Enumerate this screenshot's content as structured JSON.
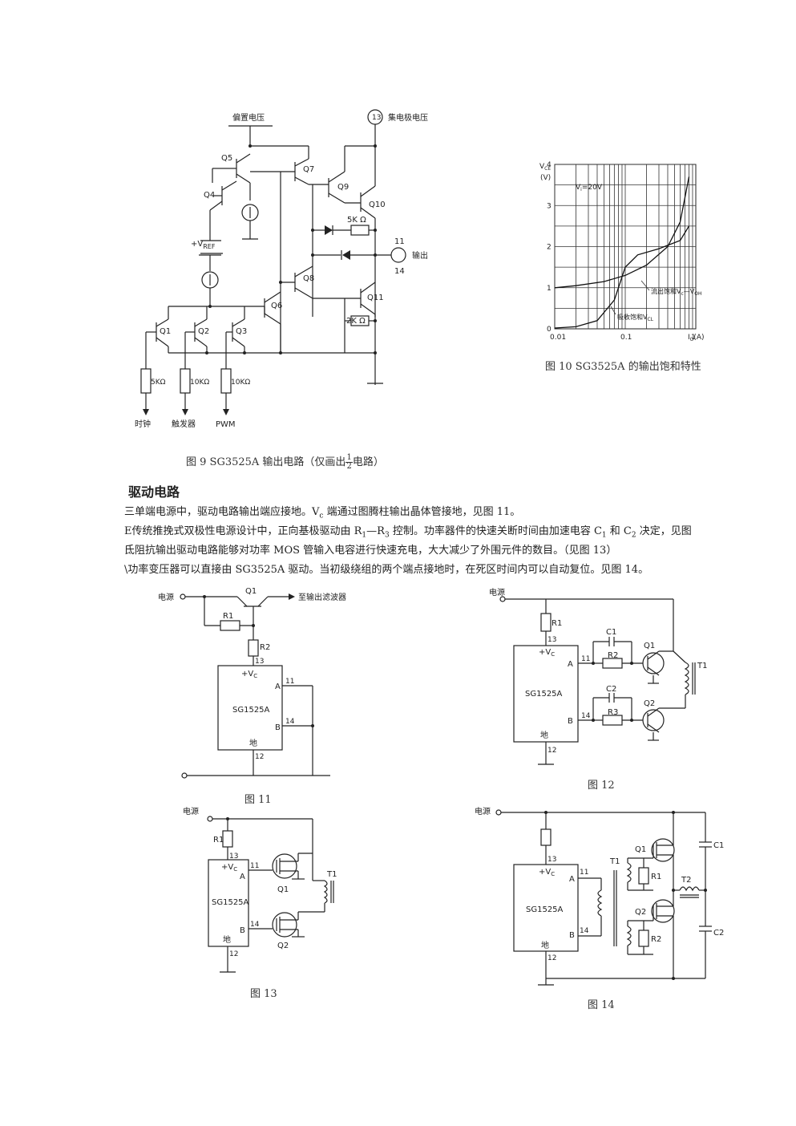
{
  "figure9": {
    "labels": {
      "bias_voltage": "偏置电压",
      "pin13": "13",
      "collector_voltage": "集电极电压",
      "q5": "Q5",
      "q4": "Q4",
      "q7": "Q7",
      "q9": "Q9",
      "q10": "Q10",
      "r_5k": "5K Ω",
      "vref": "+V",
      "vref_sub": "REF",
      "pin11": "11",
      "pin14": "14",
      "output": "输出",
      "q8": "Q8",
      "q6": "Q6",
      "q11": "Q11",
      "r_2k": "2K Ω",
      "q1": "Q1",
      "q2": "Q2",
      "q3": "Q3",
      "r1": "5KΩ",
      "r2": "10KΩ",
      "r3": "10KΩ",
      "clock": "时钟",
      "trigger": "触发器",
      "pwm": "PWM"
    },
    "caption_prefix": "图 9   SG3525A 输出电路（仅画出",
    "caption_frac_num": "1",
    "caption_frac_den": "2",
    "caption_suffix": "电路）"
  },
  "figure10": {
    "caption": "图 10   SG3525A 的输出饱和特性",
    "y_axis_label": "V",
    "y_axis_sub": "CE",
    "y_unit": "(V)",
    "x_axis_label": "I",
    "x_axis_sub": "O",
    "x_unit": "(A)",
    "annotation_vi": "V",
    "annotation_vi_sub": "i",
    "annotation_vi_val": "=20V",
    "curve_source_label": "流出饱和V",
    "curve_source_sub1": "c",
    "curve_source_mid": "—V",
    "curve_source_sub2": "OH",
    "curve_sink_label": "吸收饱和V",
    "curve_sink_sub": "CL",
    "y_ticks": [
      "0",
      "1",
      "2",
      "3",
      "4"
    ],
    "x_ticks": [
      "0.01",
      "0.1",
      "1"
    ]
  },
  "chart_data": {
    "type": "line",
    "title": "",
    "xlabel": "IO(A)",
    "ylabel": "VCE (V)",
    "xscale": "log",
    "xlim": [
      0.01,
      1
    ],
    "ylim": [
      0,
      4
    ],
    "series": [
      {
        "name": "流出饱和Vc—VOH",
        "x": [
          0.01,
          0.02,
          0.05,
          0.1,
          0.2,
          0.4,
          0.6,
          0.8
        ],
        "y": [
          1.0,
          1.05,
          1.15,
          1.3,
          1.55,
          2.0,
          2.6,
          3.7
        ]
      },
      {
        "name": "吸收饱和VCL",
        "x": [
          0.01,
          0.02,
          0.04,
          0.07,
          0.1,
          0.15,
          0.3,
          0.6,
          0.8
        ],
        "y": [
          0.02,
          0.05,
          0.2,
          0.7,
          1.5,
          1.8,
          1.95,
          2.15,
          2.5
        ]
      }
    ]
  },
  "section": {
    "heading": "驱动电路",
    "line1": "三单端电源中，驱动电路输出端应接地。V",
    "line1_sub": "c",
    "line1_rest": " 端通过图腾柱输出晶体管接地，见图 11。",
    "line2_a": "E传统推挽式双极性电源设计中，正向基极驱动由 R",
    "line2_sub1": "1",
    "line2_b": "—R",
    "line2_sub2": "3",
    "line2_c": " 控制。功率器件的快速关断时间由加速电容 C",
    "line2_sub3": "1",
    "line2_d": " 和 C",
    "line2_sub4": "2",
    "line2_e": " 决定，见图",
    "line3": "氐阻抗输出驱动电路能够对功率 MOS 管输入电容进行快速充电，大大减少了外围元件的数目。（见图 13）",
    "line4": "\\功率变压器可以直接由 SG3525A 驱动。当初级绕组的两个端点接地时，在死区时间内可以自动复位。见图 14。"
  },
  "figure11": {
    "caption": "图 11",
    "power": "电源",
    "q1": "Q1",
    "to_filter": "至输出滤波器",
    "r1": "R1",
    "r2": "R2",
    "pin13": "13",
    "vc": "+V",
    "vc_sub": "C",
    "a": "A",
    "b": "B",
    "pin11": "11",
    "pin14": "14",
    "chip": "SG1525A",
    "ground": "地",
    "pin12": "12"
  },
  "figure12": {
    "caption": "图 12",
    "power": "电源",
    "r1": "R1",
    "pin13": "13",
    "vc": "+V",
    "vc_sub": "C",
    "c1": "C1",
    "r2": "R2",
    "q1": "Q1",
    "t1": "T1",
    "a": "A",
    "pin11": "11",
    "chip": "SG1525A",
    "c2": "C2",
    "r3": "R3",
    "q2": "Q2",
    "pin14": "14",
    "b": "B",
    "ground": "地",
    "pin12": "12"
  },
  "figure13": {
    "caption": "图 13",
    "power": "电源",
    "r1": "R1",
    "pin13": "13",
    "vc": "+V",
    "vc_sub": "C",
    "a": "A",
    "pin11": "11",
    "q1": "Q1",
    "t1": "T1",
    "chip": "SG1525A",
    "b": "B",
    "pin14": "14",
    "q2": "Q2",
    "ground": "地",
    "pin12": "12"
  },
  "figure14": {
    "caption": "图 14",
    "power": "电源",
    "pin13": "13",
    "vc": "+V",
    "vc_sub": "C",
    "t1": "T1",
    "q1": "Q1",
    "c1": "C1",
    "pin11": "11",
    "a": "A",
    "r1": "R1",
    "t2": "T2",
    "chip": "SG1525A",
    "q2": "Q2",
    "pin14": "14",
    "b": "B",
    "r2": "R2",
    "c2": "C2",
    "ground": "地",
    "pin12": "12"
  }
}
